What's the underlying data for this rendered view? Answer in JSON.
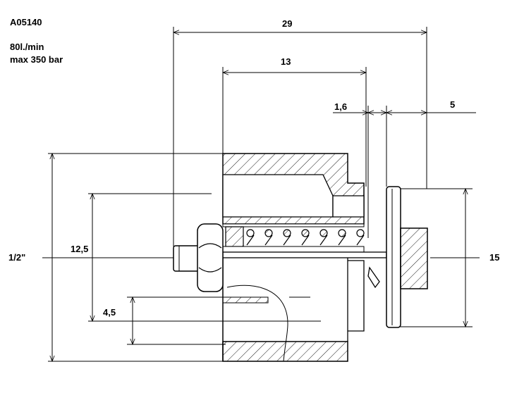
{
  "header": {
    "part_code": "A05140",
    "flow": "80l./min",
    "pressure": "max 350 bar"
  },
  "dimensions": {
    "overall_length": "29",
    "body_length": "13",
    "gap": "1,6",
    "plate_thickness": "5",
    "thread": "1/2\"",
    "inner_diameter": "12,5",
    "bore": "4,5",
    "plate_diameter": "15"
  },
  "colors": {
    "line": "#000000",
    "background": "#ffffff"
  }
}
